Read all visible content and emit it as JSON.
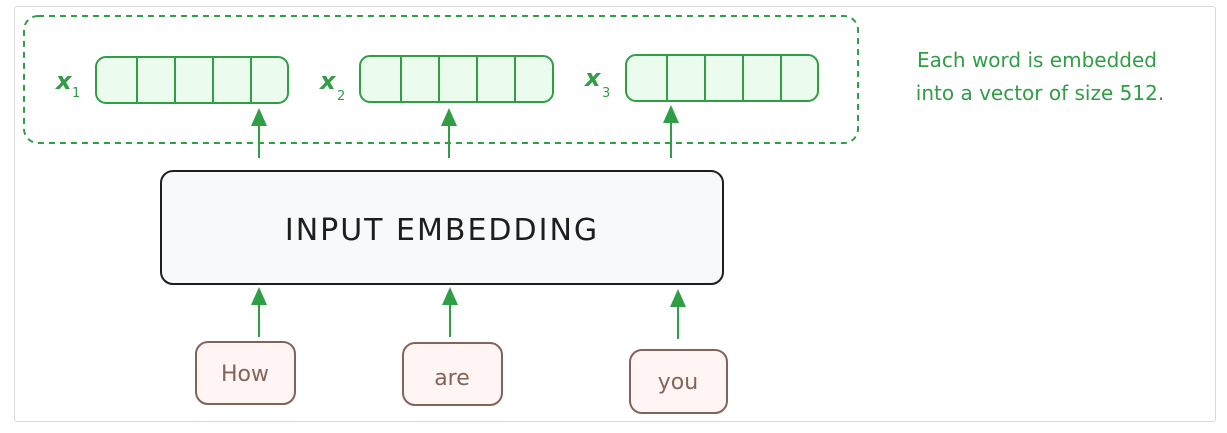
{
  "colors": {
    "green": "#2f9e44",
    "green_fill": "#ebfbee",
    "box_stroke": "#1e1e1e",
    "box_fill": "#f8f9fa",
    "word_stroke": "#846358",
    "word_fill": "#fff5f5",
    "word_text": "#846358"
  },
  "vectors": [
    {
      "label": "x",
      "subscript": "1"
    },
    {
      "label": "x",
      "subscript": "2"
    },
    {
      "label": "x",
      "subscript": "3"
    }
  ],
  "embedding_box": {
    "label": "INPUT EMBEDDING"
  },
  "words": [
    "How",
    "are",
    "you"
  ],
  "annotation": {
    "line1": "Each word is embedded",
    "line2": "into a vector of size 512."
  }
}
